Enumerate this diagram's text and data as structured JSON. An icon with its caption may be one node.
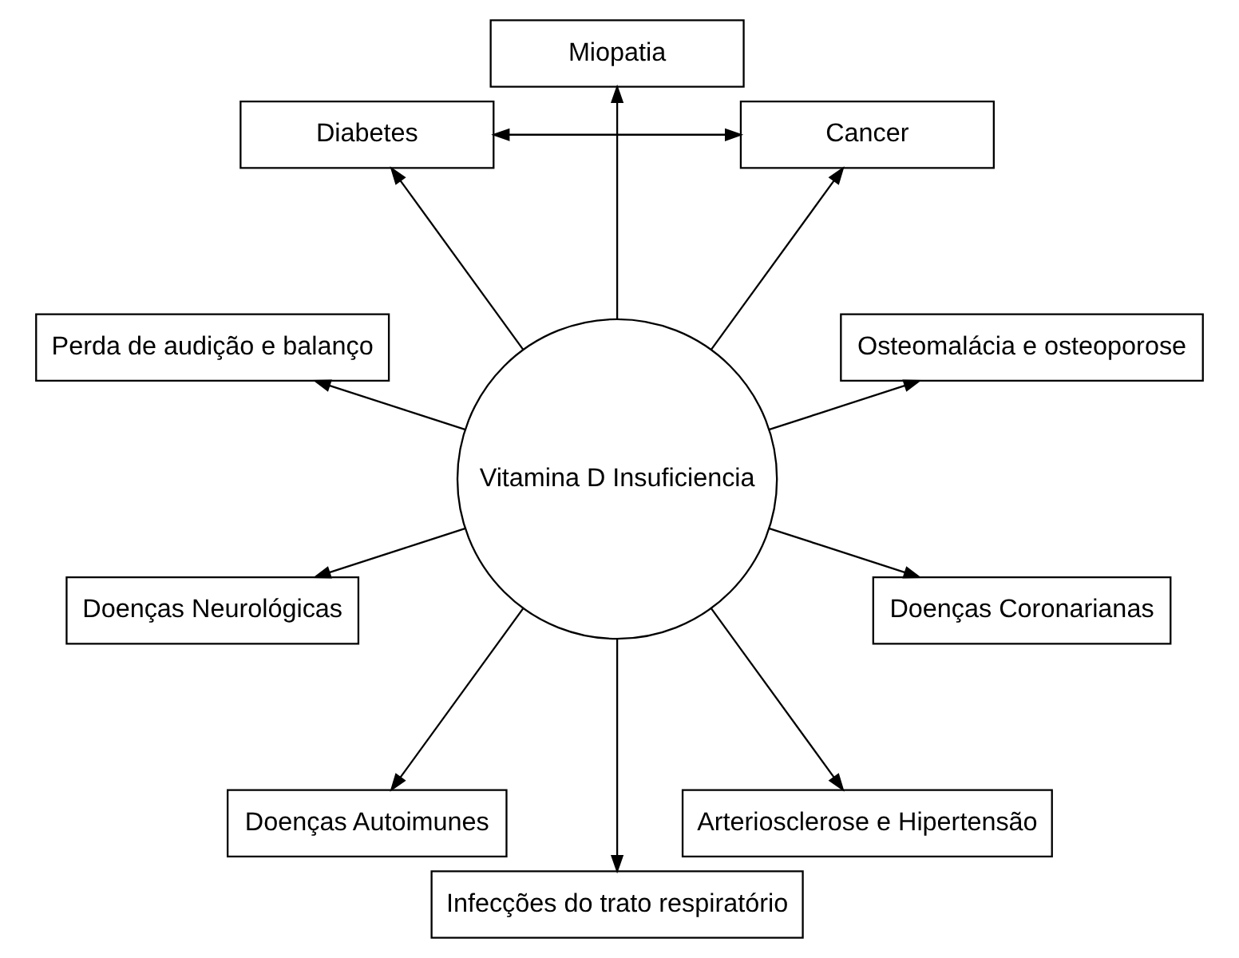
{
  "diagram": {
    "nodes": [
      {
        "text": [
          "Vitamina D Insuficiencia"
        ]
      },
      {
        "text": [
          "Osteomalácia e osteoporose"
        ]
      },
      {
        "text": [
          "Cancer"
        ]
      },
      {
        "text": [
          "Miopatia"
        ]
      },
      {
        "text": [
          "Diabetes"
        ]
      },
      {
        "text": [
          "Perda de audição e balanço"
        ]
      },
      {
        "text": [
          "Doenças Neurológicas"
        ]
      },
      {
        "text": [
          "Doenças Autoimunes"
        ]
      },
      {
        "text": [
          "Infecções do trato respiratório"
        ]
      },
      {
        "text": [
          "Arteriosclerose e Hipertensão"
        ]
      },
      {
        "text": [
          "Doenças Coronarianas"
        ]
      }
    ],
    "edges": [
      {
        "from": 0,
        "to": 1,
        "arrow": "to"
      },
      {
        "from": 0,
        "to": 3,
        "arrow": "to"
      },
      {
        "from": 0,
        "to": 5,
        "arrow": "to"
      },
      {
        "from": 0,
        "to": 7,
        "arrow": "to"
      },
      {
        "from": 0,
        "to": 9,
        "arrow": "to"
      },
      {
        "from": 0,
        "to": 10,
        "arrow": "to"
      },
      {
        "from": 0,
        "to": 8,
        "arrow": "to"
      },
      {
        "from": 0,
        "to": 6,
        "arrow": "to"
      },
      {
        "from": 0,
        "to": 4,
        "arrow": "to"
      },
      {
        "from": 0,
        "to": 2,
        "arrow": "to"
      },
      {
        "from": 4,
        "to": 2,
        "arrow": "both"
      }
    ]
  }
}
